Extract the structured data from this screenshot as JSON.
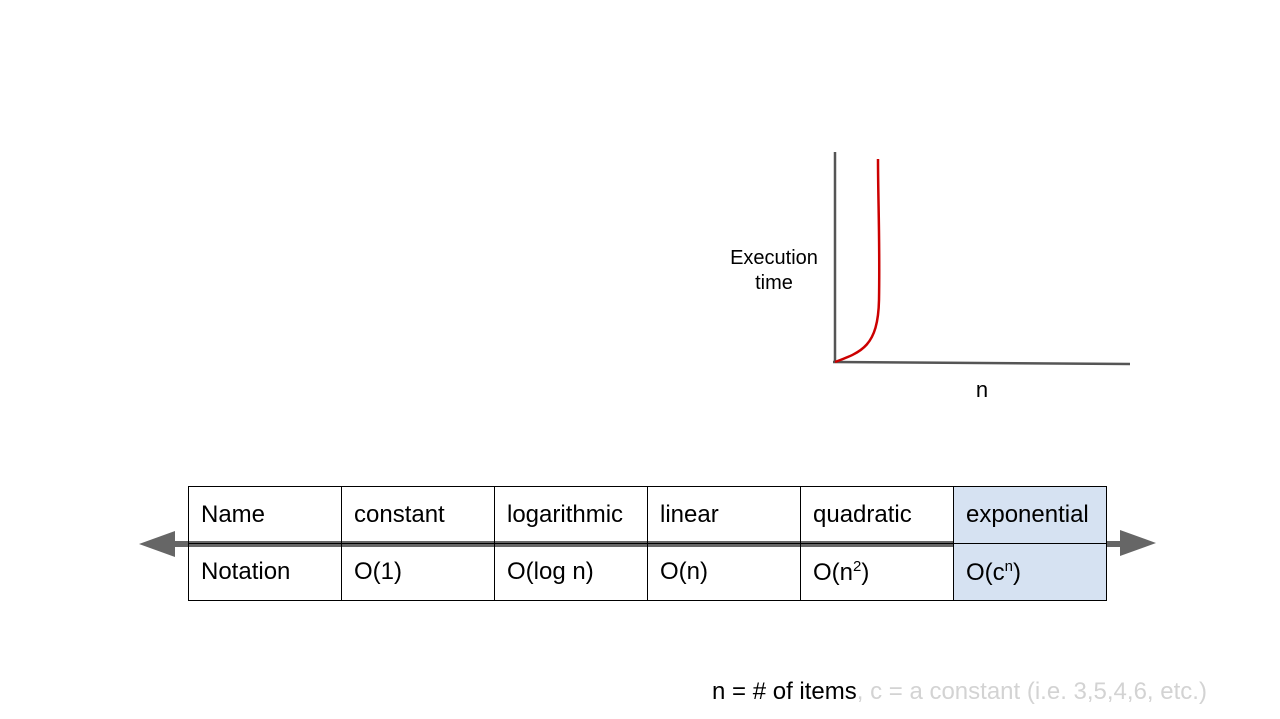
{
  "chart": {
    "ylabel_line1": "Execution",
    "ylabel_line2": "time",
    "xlabel": "n",
    "curve_color": "#cc0000",
    "axis_color": "#555555"
  },
  "table": {
    "rows": [
      {
        "header": "Name",
        "cells": [
          "constant",
          "logarithmic",
          "linear",
          "quadratic",
          "exponential"
        ]
      },
      {
        "header": "Notation",
        "cells": [
          {
            "base": "O(1)",
            "sup": "",
            "tail": ""
          },
          {
            "base": "O(log n)",
            "sup": "",
            "tail": ""
          },
          {
            "base": "O(n)",
            "sup": "",
            "tail": ""
          },
          {
            "base": "O(n",
            "sup": "2",
            "tail": ")"
          },
          {
            "base": "O(c",
            "sup": "n",
            "tail": ")"
          }
        ]
      }
    ],
    "highlight_color": "#d6e2f2",
    "arrow_color": "#666666"
  },
  "footnote": {
    "main": "n = # of items",
    "faded": ", c = a constant (i.e. 3,5,4,6, etc.)"
  }
}
